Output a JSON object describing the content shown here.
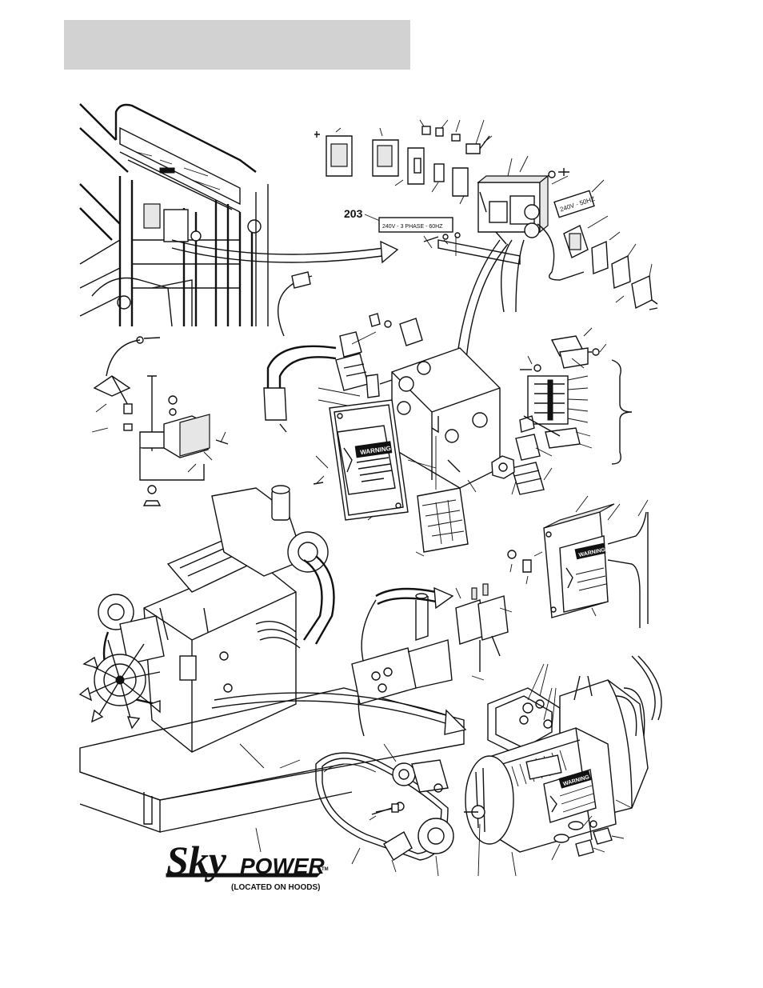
{
  "page": {
    "header_bar_color": "#d2d2d2",
    "line_color": "#111111"
  },
  "callout": {
    "number": "203"
  },
  "labels": {
    "phase_label": "240V - 3 PHASE - 60HZ",
    "voltage_label": "240V - 50HZ",
    "warning_text": "WARNING"
  },
  "brand": {
    "logo_text_sky": "Sky",
    "logo_text_power": "POWER",
    "trademark": "TM",
    "caption": "(LOCATED ON HOODS)"
  }
}
